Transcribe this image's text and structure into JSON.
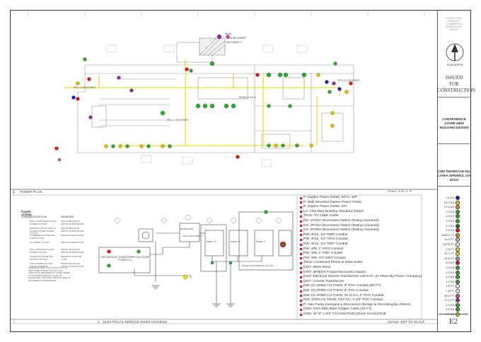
{
  "title_block": {
    "firm_lines": [
      "ROGER TOMY",
      "ARCHITECT",
      "COMMERCIAL",
      "RESIDENTIAL",
      "DESIGN"
    ],
    "north_label": "PLAN NORTH",
    "issued": [
      "ISSUED",
      "FOR",
      "CONSTRUCTION"
    ],
    "project": [
      "CONVENIENCE",
      "STORE NEW",
      "BUILDING DESIGN"
    ],
    "address": [
      "1280 THORNTON RD.",
      "LITHIA SPRINGS, GA",
      "30122"
    ],
    "sheet": "E2"
  },
  "drawings": {
    "power_plan": {
      "number": "1",
      "title": "POWER PLAN",
      "scale": "SCALE: 3/16\"=1'-0\""
    },
    "riser": {
      "number": "2",
      "title": "ELECTRICAL SERVICE RISER DIAGRAM",
      "scale": "SCALE:  NOT TO SCALE"
    },
    "plan_labels": [
      "BASE",
      "TRANSFORMER",
      "W/CONNECT",
      "PANELS A,B,C",
      "RTU-1 (ON ROOF)",
      "RTU-2 (ON ROOF)",
      "RTU-3 (ON ROOF)"
    ]
  },
  "power_legend": {
    "title": "POWER LEGEND",
    "col_symbol": "SYMBOL",
    "col_desc": "DESCRIPTION",
    "col_mount": "MOUNTING",
    "rows": [
      {
        "desc": "WALL MOUNTED DUPLEX POWER OUTLET",
        "mount": "WHITE DEVICE W/ WHITE COVER PLATE"
      },
      {
        "desc": "GROUND FAULT CIRCUIT INTERRUPTER POWER OUTLET",
        "mount": "WHITE DEVICE W/ WHITE COVER PLATE"
      },
      {
        "desc": "COMBINED PHONE AND DATA OUTLET",
        "mount": "WHITE COVER PLATE"
      },
      {
        "desc": "TV CABLE OUTLET",
        "mount": "WHITE COVER PLATE"
      },
      {
        "desc": "WALL MOUNTED QUAD POWER OUTLET",
        "mount": "WHITE DEVICE W/ WHITE COVER PLATE"
      },
      {
        "desc": "FLOOR MOUNTED GFI DUPLEX OUTLET",
        "mount": "GROUND IN FLOOR TYPE"
      },
      {
        "desc": "220V POWER OUTLET FOR EQUIPMENT",
        "mount": "WHITE DEVICE W/ WHITE COVER PLATE"
      }
    ],
    "notes": "LEGEND NOTES: THE OUTLETS W/ GFI ARE TO BE CONNECTED TO A GFI CIRCUIT AS REQUIRED BY CODE. REFER TO FIXTURE SCHEDULE FOR ALL EQUIPMENT. PROVIDE GROUND WIRE AT ALL PANELS AS REQUIRED."
  },
  "riser_labels": {
    "transformer": "PAD MOUNTED TRANSFORMER 125 KVA (BY POWER CO.)",
    "meter": "METER BASE",
    "disconnect": "MAIN DISCONNECT",
    "panels": [
      "PANEL \"A\"",
      "PANEL \"B\"",
      "PANEL \"C\""
    ],
    "ocean": "OCEAN AND PUMPING OF GAS"
  },
  "legend": [
    {
      "text": "P: Duplex Power Outlet, GFCI, WP"
    },
    {
      "text": "P: Wall Mounted Duplex Power Outlet"
    },
    {
      "text": "P: Duplex Power Outlet, GFI"
    },
    {
      "text": "LC: One-Way Building Standard Switch"
    },
    {
      "text": "TELE: TV Cable Outlet"
    },
    {
      "text": "DS: 1P/20A Disconnect Switch (Rating Assumed)"
    },
    {
      "text": "DS: 2P/20A Disconnect Switch (Rating Assumed)"
    },
    {
      "text": "DS: 2P/60A Disconnect Switch (Rating Assumed)"
    },
    {
      "text": "PW: 3#12, 1/2\" EMT Conduit"
    },
    {
      "text": "PW: 4#12, 1/2\" RGS Conduit"
    },
    {
      "text": "PW: 4#12, 1/2\" EMT Conduit"
    },
    {
      "text": "PW: 4#8, 1\" RGS Conduit"
    },
    {
      "text": "PW: 4#8, 1\" EMT Conduit"
    },
    {
      "text": "PW: 4#8, 3/4\" EMT Conduit"
    },
    {
      "text": "TELE: Combined Phone & Data Outlet"
    },
    {
      "text": "DIST: Meter Base"
    },
    {
      "text": "DIST: 3P/600A Fused Disconnect Switch"
    },
    {
      "text": "DIST: Electrical Service Transformer 125 KVA, (In Place By Power Company)"
    },
    {
      "text": "DIST: Current Transformer"
    },
    {
      "text": "DW: (2) 4#350 CU THHN, 3\" PVC Conduit (50 FT)"
    },
    {
      "text": "DW: (2) 4#350 CU THHN, 3\" PVC Conduit"
    },
    {
      "text": "DW: (2) 4#350 CU THHN, #2 G CU, 3\" PVC Conduit"
    },
    {
      "text": "DW: 4#3/0 CU THHN, #4G CU, 2-1/2\" PVC Conduit"
    },
    {
      "text": "P: Gas Pump Emergency Disconnect (Design & Permitting By Others)"
    },
    {
      "text": "GND: #2/0 AWG Bare Copper Cable (20 FT)"
    },
    {
      "text": "GND: 10'-0\" x 3/4\" CU Clad Flush Driven Ground Rod"
    }
  ],
  "pins": [
    {
      "label": "7.4 EA",
      "color": "#1a1ac8"
    },
    {
      "label": "24.0 EA",
      "color": "#f0d400"
    },
    {
      "label": "27.0 EA",
      "color": "#f08800"
    },
    {
      "label": "1.0 EA",
      "color": "#2ea82e"
    },
    {
      "label": "1.0 EA",
      "color": "#2ea82e"
    },
    {
      "label": "1.0 EA",
      "color": "#2ea82e"
    },
    {
      "label": "2.0 EA",
      "color": "#1a6a1a"
    },
    {
      "label": "2.0 EA",
      "color": "#d81818"
    },
    {
      "label": "2485.2 FT",
      "color": "#f08800"
    },
    {
      "label": "10.0 FT",
      "color": "#bbbbbb"
    },
    {
      "label": "143.8 FT",
      "color": "#ffffff"
    },
    {
      "label": "2.8 FT",
      "color": "#f0d400"
    },
    {
      "label": "10.7 FT",
      "color": "#f0d400"
    },
    {
      "label": "15.6 FT",
      "color": "#a0a0a0"
    },
    {
      "label": "6.0 EA",
      "color": "#d81818"
    },
    {
      "label": "1.0 EA",
      "color": "#2ea82e"
    },
    {
      "label": "1.0 EA",
      "color": "#2ea82e"
    },
    {
      "label": "1.0 EA",
      "color": "#2ea82e"
    },
    {
      "label": "1.0 EA",
      "color": "#2ea82e"
    },
    {
      "label": "1.6 FT",
      "color": "#ffffff"
    },
    {
      "label": "7.8 FT",
      "color": "#ffffff"
    },
    {
      "label": "28.0 FT",
      "color": "#e04898"
    },
    {
      "label": "27.1 FT",
      "color": "#9030a0"
    },
    {
      "label": "1.0 EA",
      "color": "#2ea82e"
    },
    {
      "label": "1.0 EA",
      "color": "#2ea82e"
    },
    {
      "label": "2.0 EA",
      "color": "#f0d400"
    }
  ]
}
